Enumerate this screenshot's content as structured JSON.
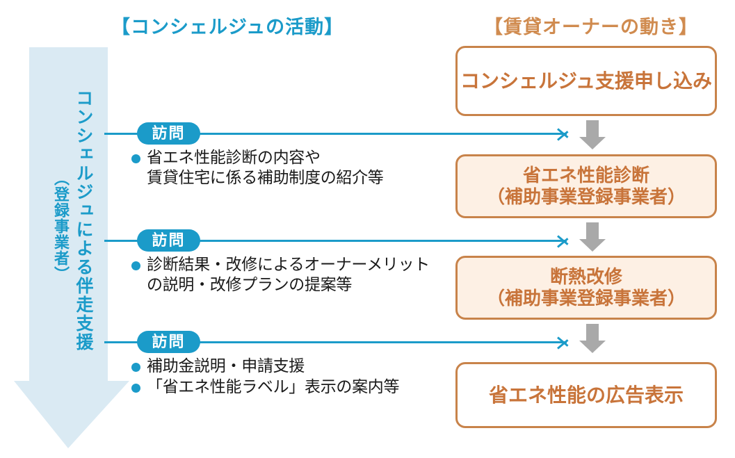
{
  "diagram": {
    "left_column": {
      "title": "【コンシェルジュの活動】",
      "title_color": "#1b9bc9",
      "big_arrow": {
        "label": "コンシェルジュによる伴走支援",
        "sublabel": "（登録事業者）",
        "fill_color": "#daeaf3",
        "text_color": "#1b9bc9",
        "direction": "down"
      },
      "rows": [
        {
          "badge": "訪問",
          "bullets": [
            "省エネ性能診断の内容や\n賃貸住宅に係る補助制度の紹介等"
          ]
        },
        {
          "badge": "訪問",
          "bullets": [
            "診断結果・改修によるオーナーメリット\nの説明・改修プランの提案等"
          ]
        },
        {
          "badge": "訪問",
          "bullets": [
            "補助金説明・申請支援",
            "「省エネ性能ラベル」表示の案内等"
          ]
        }
      ]
    },
    "right_column": {
      "title": "【賃貸オーナーの動き】",
      "title_color": "#d08b4f",
      "boxes": [
        {
          "text": "コンシェルジュ支援申し込み",
          "fill": "white",
          "border_color": "#c8834a",
          "text_color": "#c8743a"
        },
        {
          "text": "省エネ性能診断\n（補助事業登録事業者）",
          "fill": "peach",
          "border_color": "#c8834a",
          "text_color": "#c8743a"
        },
        {
          "text": "断熱改修\n（補助事業登録事業者）",
          "fill": "peach",
          "border_color": "#c8834a",
          "text_color": "#c8743a"
        },
        {
          "text": "省エネ性能の広告表示",
          "fill": "white",
          "border_color": "#c8834a",
          "text_color": "#c8743a"
        }
      ],
      "flow_arrow_color": "#a9a9a9"
    },
    "connector_color": "#1b9bc9"
  }
}
